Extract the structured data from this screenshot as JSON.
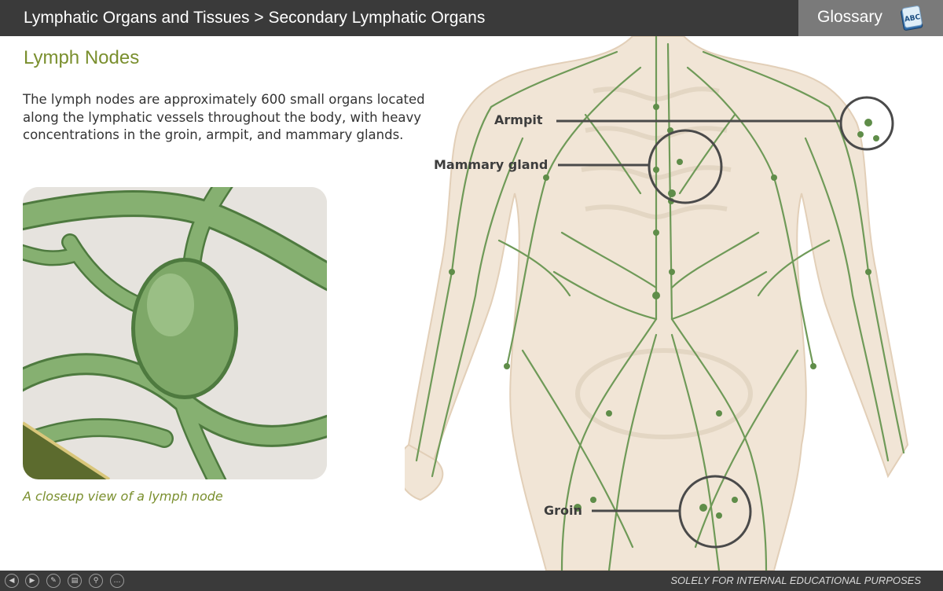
{
  "header": {
    "breadcrumb": "Lymphatic Organs and Tissues > Secondary Lymphatic Organs",
    "glossary_label": "Glossary",
    "glossary_icon": "abc-book-icon",
    "glossary_icon_text": "ABC"
  },
  "content": {
    "title": "Lymph Nodes",
    "intro": "The lymph nodes are approximately 600 small organs located along the lymphatic vessels throughout the body, with heavy concentrations in the groin, armpit, and mammary glands.",
    "closeup_caption": "A closeup view of a lymph node"
  },
  "anatomy": {
    "labels": {
      "armpit": "Armpit",
      "mammary": "Mammary gland",
      "groin": "Groin"
    }
  },
  "footer": {
    "controls": [
      "prev-icon",
      "next-icon",
      "pen-icon",
      "notes-icon",
      "zoom-icon",
      "more-icon"
    ],
    "note": "SOLELY FOR INTERNAL EDUCATIONAL PURPOSES"
  },
  "colors": {
    "accent_green": "#7a8f2e",
    "vessel_green": "#6f9a58",
    "bar_dark": "#3a3a3a",
    "glossary_bg": "#7a7a7a"
  }
}
